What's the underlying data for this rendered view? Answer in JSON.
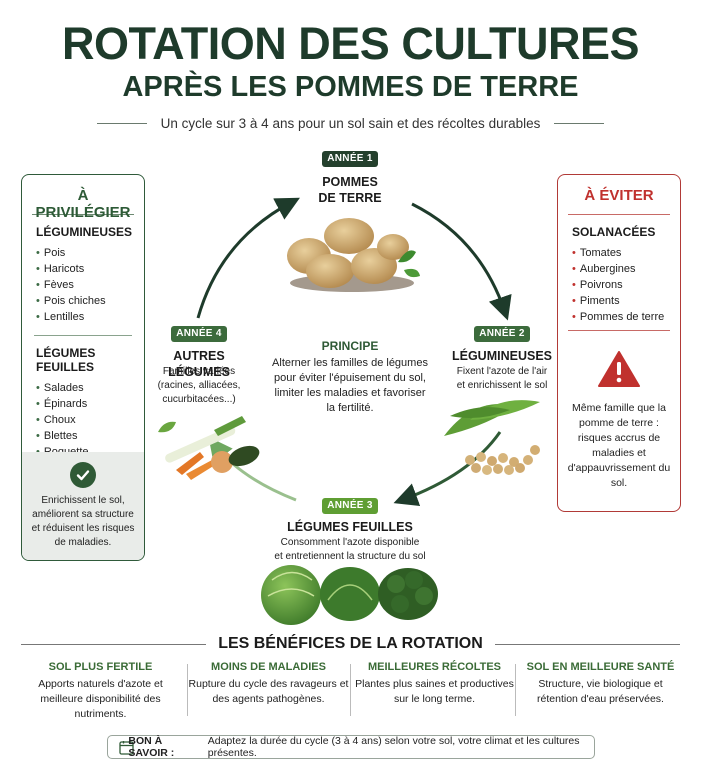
{
  "header": {
    "title_line1": "ROTATION DES CULTURES",
    "title_line2": "APRÈS LES POMMES DE TERRE",
    "subtitle": "Un cycle sur 3 à 4 ans pour un sol sain et des récoltes durables"
  },
  "left_box": {
    "title": "À PRIVILÉGIER",
    "group1_title": "LÉGUMINEUSES",
    "group1_items": [
      "Pois",
      "Haricots",
      "Fèves",
      "Pois chiches",
      "Lentilles"
    ],
    "group2_title": "LÉGUMES FEUILLES",
    "group2_items": [
      "Salades",
      "Épinards",
      "Choux",
      "Blettes",
      "Roquette"
    ],
    "footer": "Enrichissent le sol, améliorent sa structure et réduisent les risques de maladies."
  },
  "right_box": {
    "title": "À ÉVITER",
    "group_title": "SOLANACÉES",
    "items": [
      "Tomates",
      "Aubergines",
      "Poivrons",
      "Piments",
      "Pommes de terre"
    ],
    "warning": "Même famille que la pomme de terre : risques accrus de maladies et d'appauvrissement du sol."
  },
  "cycle": {
    "year1": {
      "badge": "ANNÉE 1",
      "title_l1": "POMMES",
      "title_l2": "DE TERRE"
    },
    "year2": {
      "badge": "ANNÉE 2",
      "title": "LÉGUMINEUSES",
      "desc_l1": "Fixent l'azote de l'air",
      "desc_l2": "et enrichissent le sol"
    },
    "year3": {
      "badge": "ANNÉE 3",
      "title": "LÉGUMES FEUILLES",
      "desc_l1": "Consomment l'azote disponible",
      "desc_l2": "et entretiennent la structure du sol"
    },
    "year4": {
      "badge": "ANNÉE 4",
      "title": "AUTRES LÉGUMES",
      "desc_l1": "Familles variées",
      "desc_l2": "(racines, alliacées,",
      "desc_l3": "cucurbitacées...)"
    },
    "principe": {
      "title": "PRINCIPE",
      "text": "Alterner les familles de légumes pour éviter l'épuisement du sol, limiter les maladies et favoriser la fertilité."
    }
  },
  "benefits": {
    "title": "LES BÉNÉFICES DE LA ROTATION",
    "items": [
      {
        "title": "SOL PLUS FERTILE",
        "desc": "Apports naturels d'azote et meilleure disponibilité des nutriments."
      },
      {
        "title": "MOINS DE MALADIES",
        "desc": "Rupture du cycle des ravageurs et des agents pathogènes."
      },
      {
        "title": "MEILLEURES RÉCOLTES",
        "desc": "Plantes plus saines et productives sur le long terme."
      },
      {
        "title": "SOL EN MEILLEURE SANTÉ",
        "desc": "Structure, vie biologique et rétention d'eau préservées."
      }
    ]
  },
  "tip": {
    "label": "BON À SAVOIR :",
    "text": "Adaptez la durée du cycle (3 à 4 ans) selon votre sol, votre climat et les cultures présentes."
  },
  "colors": {
    "dark_green": "#1e3b2b",
    "green": "#2f5a36",
    "light_green": "#5f9e33",
    "red": "#c0312e"
  }
}
